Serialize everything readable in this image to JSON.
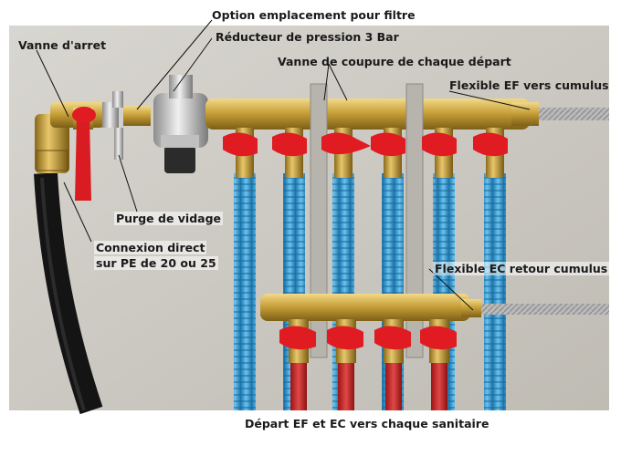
{
  "labels": {
    "option_filtre": "Option emplacement pour filtre",
    "reducteur": "Réducteur de pression 3 Bar",
    "vanne_arret": "Vanne d'arret",
    "vanne_coupure": "Vanne de coupure de chaque départ",
    "flexible_ef": "Flexible EF vers cumulus",
    "purge": "Purge de vidage",
    "connexion_line1": "Connexion direct",
    "connexion_line2": "sur PE de 20 ou 25",
    "flexible_ec": "Flexible EC retour cumulus",
    "caption": "Départ EF et EC vers chaque sanitaire"
  },
  "colors": {
    "wall": "#ccc9c2",
    "brass": "#c9a23a",
    "blue_pipe": "#3aa0d8",
    "red_pipe": "#d42a2a",
    "red_handle": "#e01b22"
  }
}
